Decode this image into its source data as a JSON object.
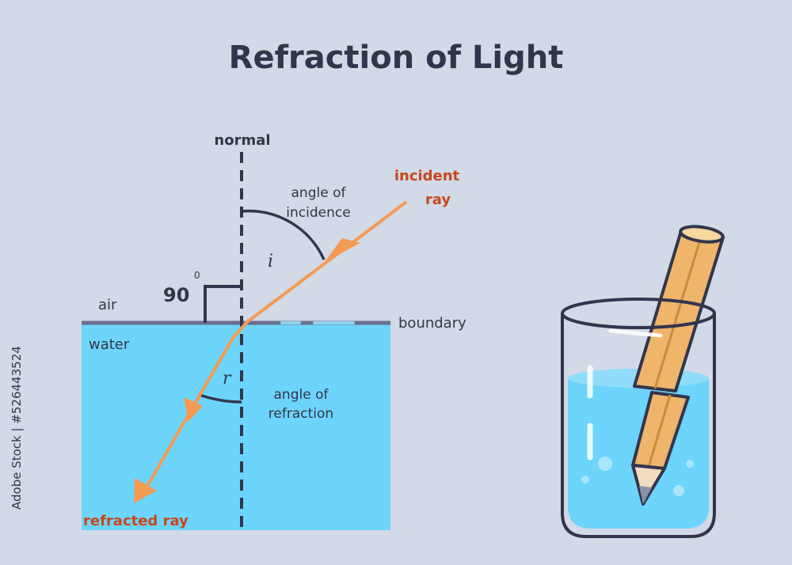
{
  "title": "Refraction of Light",
  "labels": {
    "normal": "normal",
    "angle_incidence_1": "angle of",
    "angle_incidence_2": "incidence",
    "incident_ray_1": "incident",
    "incident_ray_2": "ray",
    "angle_i": "i",
    "ninety": "90",
    "degree": "0",
    "air": "air",
    "boundary": "boundary",
    "water": "water",
    "angle_r": "r",
    "angle_refraction_1": "angle of",
    "angle_refraction_2": "refraction",
    "refracted_ray": "refracted ray"
  },
  "stock_id": "Adobe Stock | #526443524",
  "colors": {
    "background": "#d1dae6",
    "water": "#6dd4fb",
    "ray": "#f59a52",
    "ray_label": "#c8471c",
    "ink": "#33354d",
    "pencil": "#eeb56b"
  }
}
